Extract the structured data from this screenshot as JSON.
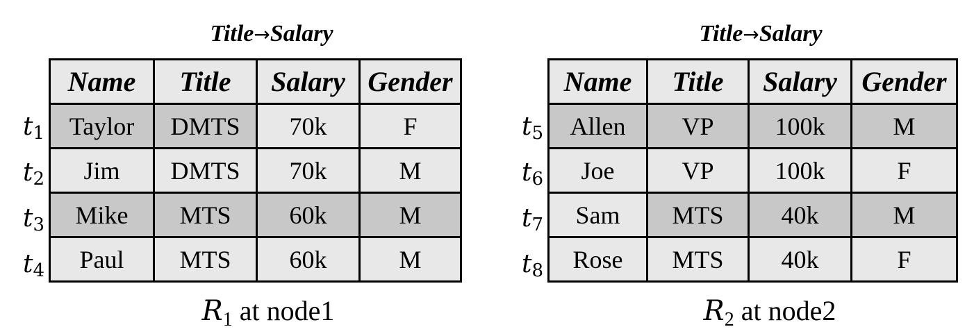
{
  "relations": [
    {
      "fd": {
        "lhs": "Title",
        "arrow": "→",
        "rhs": "Salary"
      },
      "headers": [
        "Name",
        "Title",
        "Salary",
        "Gender"
      ],
      "tuple_symbol": "t",
      "rows": [
        {
          "tid": "1",
          "cells": [
            "Taylor",
            "DMTS",
            "70k",
            "F"
          ]
        },
        {
          "tid": "2",
          "cells": [
            "Jim",
            "DMTS",
            "70k",
            "M"
          ]
        },
        {
          "tid": "3",
          "cells": [
            "Mike",
            "MTS",
            "60k",
            "M"
          ]
        },
        {
          "tid": "4",
          "cells": [
            "Paul",
            "MTS",
            "60k",
            "M"
          ]
        }
      ],
      "caption": {
        "symbol": "R",
        "sub": "1",
        "text": "at node1"
      }
    },
    {
      "fd": {
        "lhs": "Title",
        "arrow": "→",
        "rhs": "Salary"
      },
      "headers": [
        "Name",
        "Title",
        "Salary",
        "Gender"
      ],
      "tuple_symbol": "t",
      "rows": [
        {
          "tid": "5",
          "cells": [
            "Allen",
            "VP",
            "100k",
            "M"
          ]
        },
        {
          "tid": "6",
          "cells": [
            "Joe",
            "VP",
            "100k",
            "F"
          ]
        },
        {
          "tid": "7",
          "cells": [
            "Sam",
            "MTS",
            "40k",
            "M"
          ]
        },
        {
          "tid": "8",
          "cells": [
            "Rose",
            "MTS",
            "40k",
            "F"
          ]
        }
      ],
      "caption": {
        "symbol": "R",
        "sub": "2",
        "text": "at node2"
      }
    }
  ]
}
